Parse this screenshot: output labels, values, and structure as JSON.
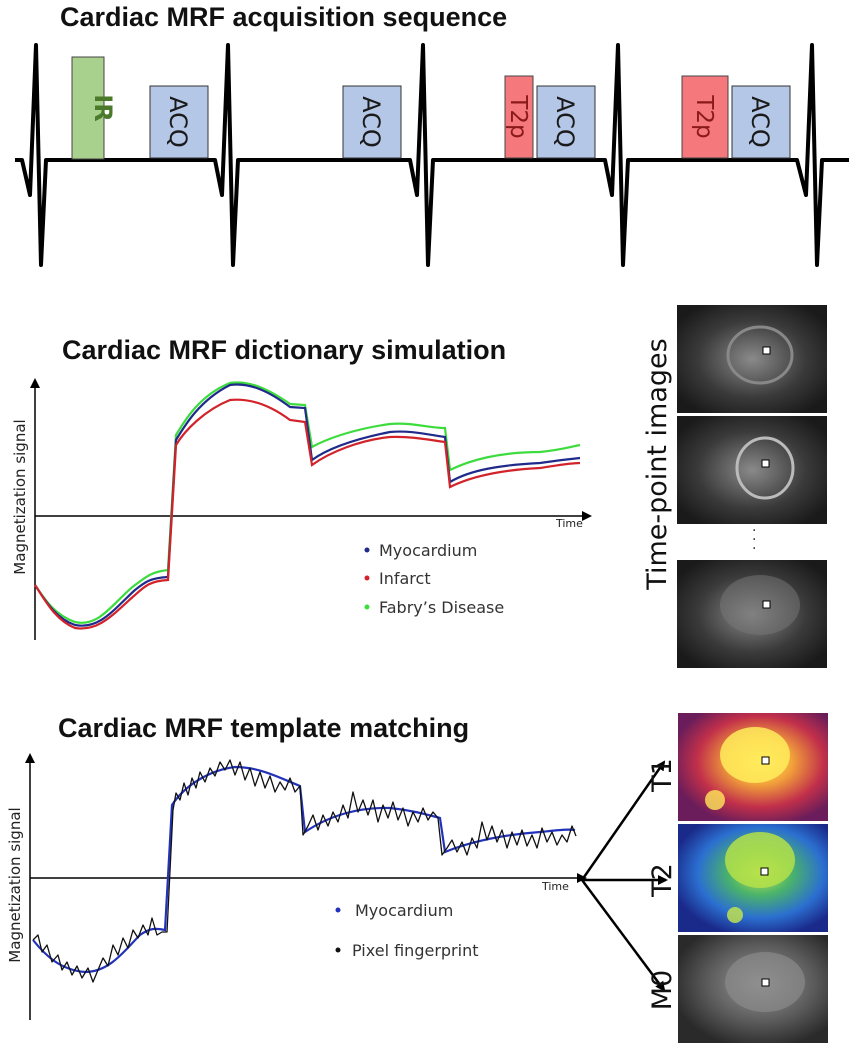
{
  "sections": {
    "acquisition": {
      "title": "Cardiac MRF acquisition sequence",
      "blocks": {
        "ir": "IR",
        "acq": "ACQ",
        "t2p": "T2p"
      },
      "colors": {
        "ir": "#a9d18e",
        "acq": "#b4c7e7",
        "t2p": "#f4787c"
      }
    },
    "dictionary": {
      "title": "Cardiac MRF dictionary simulation",
      "ylabel": "Magnetization signal",
      "xlabel": "Time",
      "legend": [
        {
          "label": "Myocardium",
          "color": "#1f2a8a"
        },
        {
          "label": "Infarct",
          "color": "#d2232a"
        },
        {
          "label": "Fabry’s Disease",
          "color": "#3ddc3d"
        }
      ],
      "images_label": "Time-point images",
      "ellipsis": "·\n·\n·"
    },
    "matching": {
      "title": "Cardiac MRF template matching",
      "ylabel": "Magnetization signal",
      "xlabel": "Time",
      "legend": [
        {
          "label": "Myocardium",
          "color": "#2233bb"
        },
        {
          "label": "Pixel fingerprint",
          "color": "#111111"
        }
      ],
      "maps": [
        "T1",
        "T2",
        "M0"
      ]
    }
  }
}
